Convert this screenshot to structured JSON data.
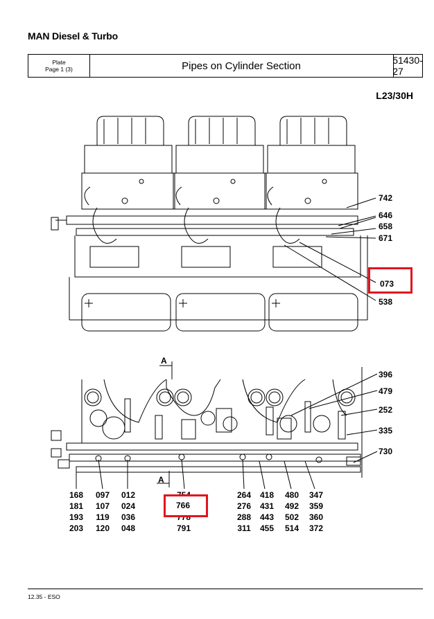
{
  "brand": "MAN Diesel & Turbo",
  "header": {
    "plate_label": "Plate",
    "page_label": "Page 1 (3)",
    "title": "Pipes on Cylinder Section",
    "number": "51430-27"
  },
  "model": "L23/30H",
  "top_callouts": [
    "742",
    "646",
    "658",
    "671",
    "073",
    "538"
  ],
  "bottom_callouts": [
    "396",
    "479",
    "252",
    "335",
    "730"
  ],
  "section_marker": "A",
  "part_columns": [
    [
      "168",
      "181",
      "193",
      "203"
    ],
    [
      "097",
      "107",
      "119",
      "120"
    ],
    [
      "012",
      "024",
      "036",
      "048"
    ],
    [
      "754",
      "766",
      "778",
      "791"
    ],
    [
      "264",
      "276",
      "288",
      "311"
    ],
    [
      "418",
      "431",
      "443",
      "455"
    ],
    [
      "480",
      "492",
      "502",
      "514"
    ],
    [
      "347",
      "359",
      "360",
      "372"
    ]
  ],
  "highlight_color": "#e0141e",
  "footer": "12.35 - ESO"
}
